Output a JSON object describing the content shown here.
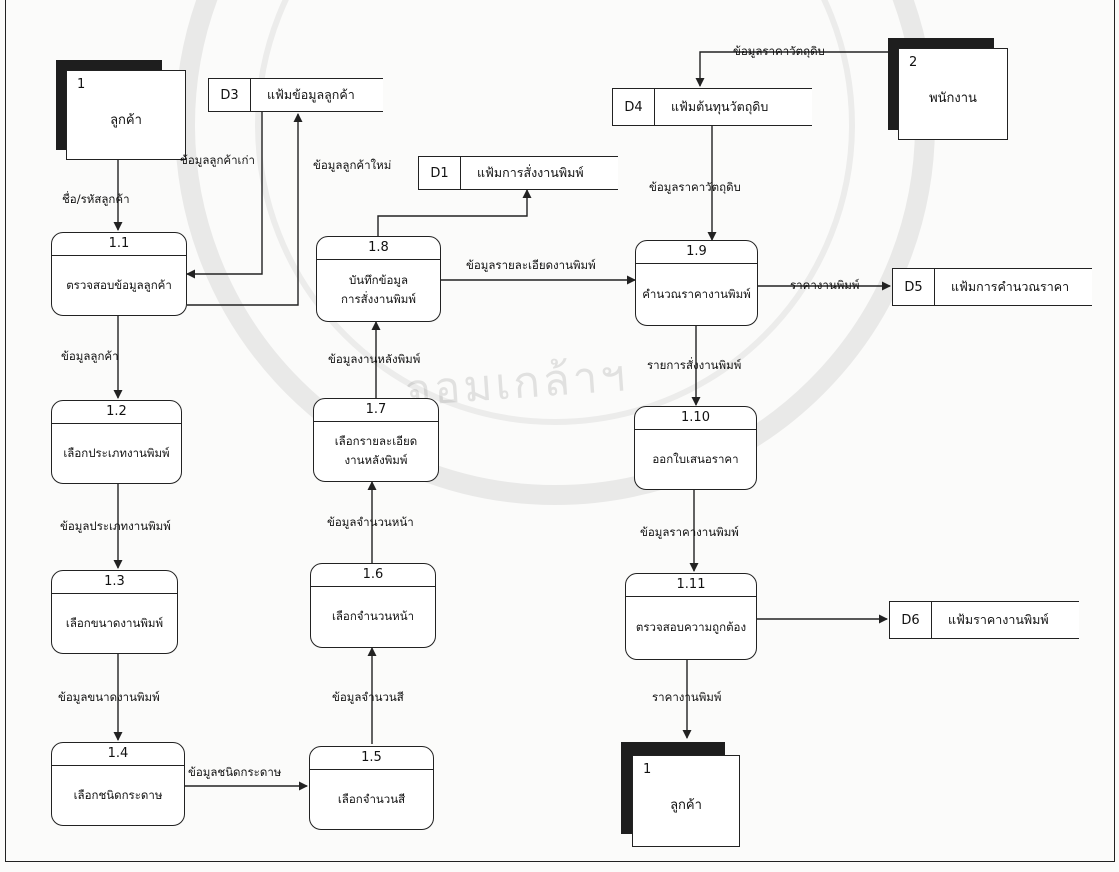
{
  "entities": {
    "e1_top": {
      "id": "1",
      "name": "ลูกค้า"
    },
    "e2": {
      "id": "2",
      "name": "พนักงาน"
    },
    "e1_bottom": {
      "id": "1",
      "name": "ลูกค้า"
    }
  },
  "stores": {
    "d3": {
      "id": "D3",
      "name": "แฟ้มข้อมูลลูกค้า"
    },
    "d4": {
      "id": "D4",
      "name": "แฟ้มต้นทุนวัตถุดิบ"
    },
    "d1": {
      "id": "D1",
      "name": "แฟ้มการสั่งงานพิมพ์"
    },
    "d5": {
      "id": "D5",
      "name": "แฟ้มการคำนวณราคา"
    },
    "d6": {
      "id": "D6",
      "name": "แฟ้มราคางานพิมพ์"
    }
  },
  "processes": {
    "p1_1": {
      "id": "1.1",
      "name": "ตรวจสอบข้อมูลลูกค้า"
    },
    "p1_2": {
      "id": "1.2",
      "name": "เลือกประเภทงานพิมพ์"
    },
    "p1_3": {
      "id": "1.3",
      "name": "เลือกขนาดงานพิมพ์"
    },
    "p1_4": {
      "id": "1.4",
      "name": "เลือกชนิดกระดาษ"
    },
    "p1_5": {
      "id": "1.5",
      "name": "เลือกจำนวนสี"
    },
    "p1_6": {
      "id": "1.6",
      "name": "เลือกจำนวนหน้า"
    },
    "p1_7": {
      "id": "1.7",
      "name": "เลือกรายละเอียด\nงานหลังพิมพ์"
    },
    "p1_8": {
      "id": "1.8",
      "name": "บันทึกข้อมูล\nการสั่งงานพิมพ์"
    },
    "p1_9": {
      "id": "1.9",
      "name": "คำนวณราคางานพิมพ์"
    },
    "p1_10": {
      "id": "1.10",
      "name": "ออกใบเสนอราคา"
    },
    "p1_11": {
      "id": "1.11",
      "name": "ตรวจสอบความถูกต้อง"
    }
  },
  "flows": {
    "cust_name": "ชื่อ/รหัสลูกค้า",
    "old_cust": "ข้อมูลลูกค้าเก่า",
    "new_cust": "ข้อมูลลูกค้าใหม่",
    "cust_data": "ข้อมูลลูกค้า",
    "print_type": "ข้อมูลประเภทงานพิมพ์",
    "print_size": "ข้อมูลขนาดงานพิมพ์",
    "paper_type": "ข้อมูลชนิดกระดาษ",
    "color_count": "ข้อมูลจำนวนสี",
    "page_count": "ข้อมูลจำนวนหน้า",
    "post_print": "ข้อมูลงานหลังพิมพ์",
    "print_detail": "ข้อมูลรายละเอียดงานพิมพ์",
    "material_price_top": "ข้อมูลราคาวัตถุดิบ",
    "material_price": "ข้อมูลราคาวัตถุดิบ",
    "print_price_d5": "ราคางานพิมพ์",
    "order_list": "รายการสั่งงานพิมพ์",
    "print_price_data": "ข้อมูลราคางานพิมพ์",
    "print_price_out": "ราคางานพิมพ์"
  },
  "watermark": {
    "text": "จอมเกล้าฯ"
  }
}
